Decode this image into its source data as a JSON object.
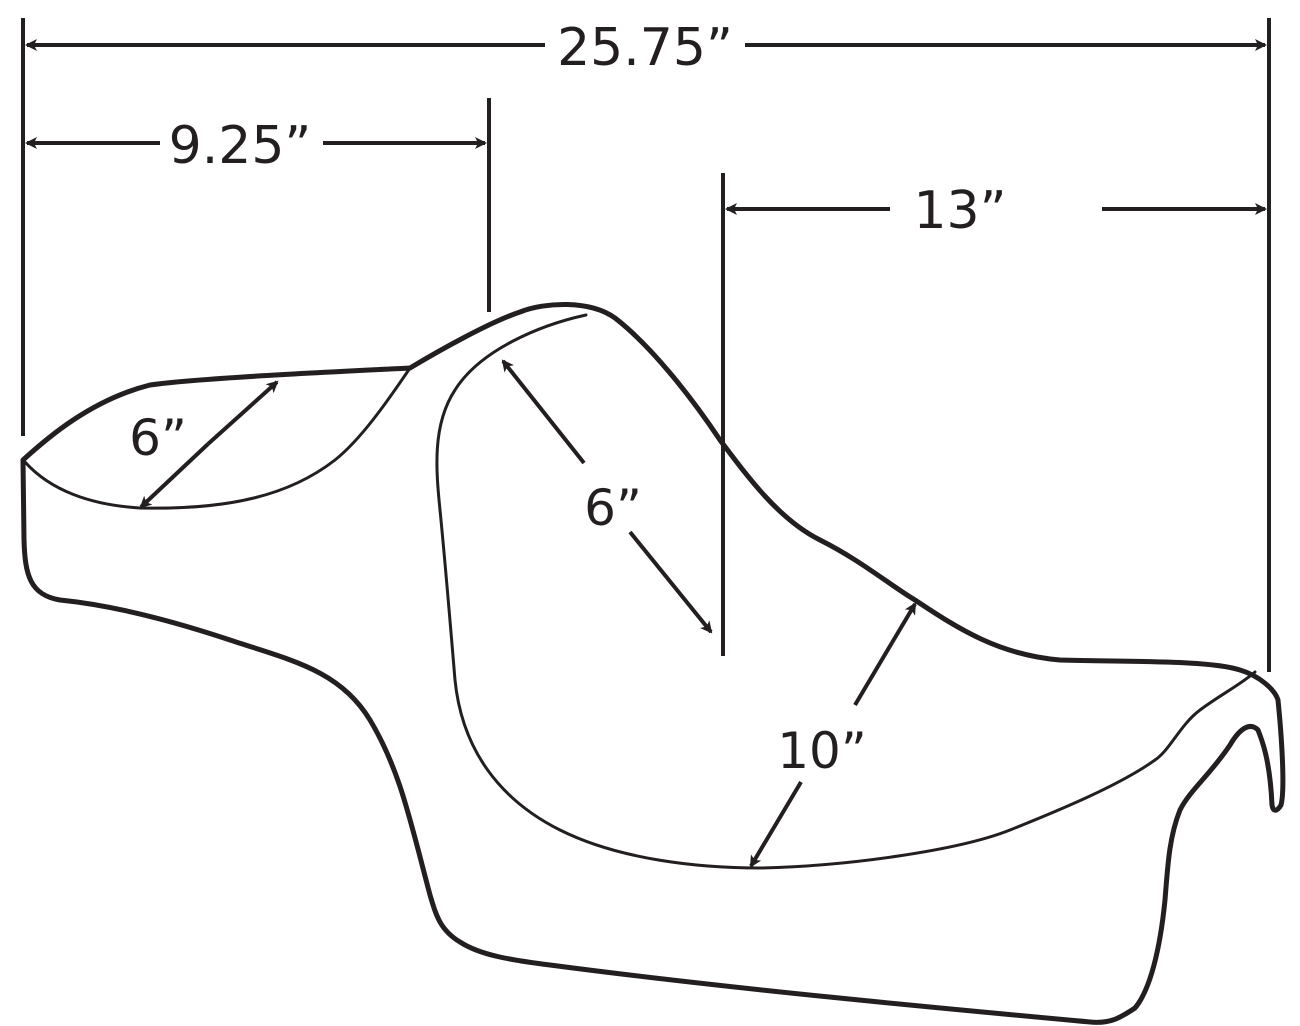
{
  "diagram": {
    "subject": "Motorcycle two-up seat dimensions",
    "line_color": "#231f20",
    "background_color": "#ffffff",
    "dimensions": {
      "overall_length": {
        "label": "25.75”",
        "value_in": 25.75,
        "orientation": "horizontal"
      },
      "passenger_length": {
        "label": "9.25”",
        "value_in": 9.25,
        "orientation": "horizontal"
      },
      "rider_length": {
        "label": "13”",
        "value_in": 13,
        "orientation": "horizontal"
      },
      "passenger_width": {
        "label": "6”",
        "value_in": 6,
        "orientation": "diagonal"
      },
      "rider_backrest_depth": {
        "label": "6”",
        "value_in": 6,
        "orientation": "diagonal"
      },
      "rider_width": {
        "label": "10”",
        "value_in": 10,
        "orientation": "diagonal"
      }
    }
  }
}
